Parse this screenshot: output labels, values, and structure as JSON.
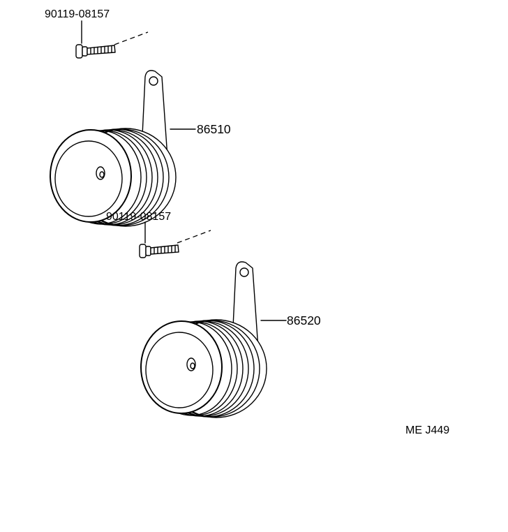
{
  "parts": {
    "bolt_upper": "90119-08157",
    "horn_upper": "86510",
    "bolt_lower": "90119-08157",
    "horn_lower": "86520"
  },
  "figure_code": "ME J449"
}
